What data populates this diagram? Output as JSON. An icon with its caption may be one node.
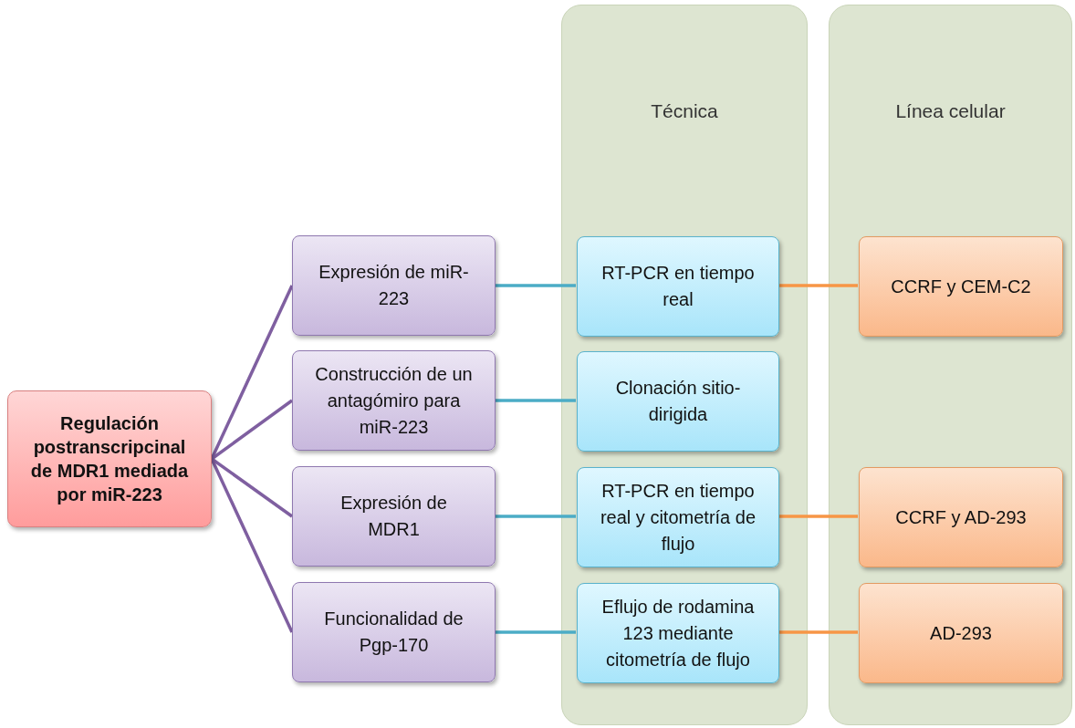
{
  "diagram": {
    "nodes": [
      {
        "text": [
          "Técnica"
        ]
      },
      {
        "text": [
          "Línea celular"
        ]
      },
      {
        "text": [
          "Regulación postranscripcinal de MDR1 mediada por miR-223"
        ]
      },
      {
        "text": [
          "Expresión de miR-223"
        ]
      },
      {
        "text": [
          "Construcción de un antagómiro para miR-223"
        ]
      },
      {
        "text": [
          "Expresión de MDR1"
        ]
      },
      {
        "text": [
          "Funcionalidad de Pgp-170"
        ]
      },
      {
        "text": [
          "RT-PCR en tiempo real"
        ],
        "in": 0
      },
      {
        "text": [
          "Clonación sitio-dirigida"
        ],
        "in": 0
      },
      {
        "text": [
          "RT-PCR en tiempo real y citometría de flujo"
        ],
        "in": 0
      },
      {
        "text": [
          "Eflujo de rodamina 123 mediante citometría de flujo"
        ],
        "in": 0
      },
      {
        "text": [
          "CCRF y CEM-C2"
        ],
        "in": 1
      },
      {
        "text": [
          "CCRF y AD-293"
        ],
        "in": 1
      },
      {
        "text": [
          "AD-293"
        ],
        "in": 1
      }
    ],
    "edges": [
      {
        "from": 2,
        "to": 3,
        "arrow": "none",
        "color": "#7f5fa0"
      },
      {
        "from": 2,
        "to": 4,
        "arrow": "none",
        "color": "#7f5fa0"
      },
      {
        "from": 2,
        "to": 5,
        "arrow": "none",
        "color": "#7f5fa0"
      },
      {
        "from": 2,
        "to": 6,
        "arrow": "none",
        "color": "#7f5fa0"
      },
      {
        "from": 3,
        "to": 7,
        "arrow": "none",
        "color": "#4bacc6"
      },
      {
        "from": 4,
        "to": 8,
        "arrow": "none",
        "color": "#4bacc6"
      },
      {
        "from": 5,
        "to": 9,
        "arrow": "none",
        "color": "#4bacc6"
      },
      {
        "from": 6,
        "to": 10,
        "arrow": "none",
        "color": "#4bacc6"
      },
      {
        "from": 7,
        "to": 11,
        "arrow": "none",
        "color": "#f79646"
      },
      {
        "from": 9,
        "to": 12,
        "arrow": "none",
        "color": "#f79646"
      },
      {
        "from": 10,
        "to": 13,
        "arrow": "none",
        "color": "#f79646"
      }
    ]
  }
}
